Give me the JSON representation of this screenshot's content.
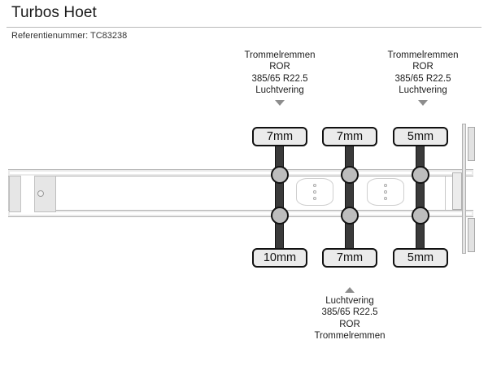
{
  "header": {
    "title": "Turbos Hoet",
    "reference_label": "Referentienummer:",
    "reference_value": "TC83238",
    "reference_line": "Referentienummer: TC83238"
  },
  "diagram": {
    "type": "trailer-axle-tyre-diagram",
    "vehicle": "semi-trailer",
    "axle_count": 3,
    "top_annotations": [
      {
        "id": "top-annotation-left",
        "lines": [
          "Trommelremmen",
          "ROR",
          "385/65 R22.5",
          "Luchtvering"
        ],
        "marker": "caret-down-icon"
      },
      {
        "id": "top-annotation-right",
        "lines": [
          "Trommelremmen",
          "ROR",
          "385/65 R22.5",
          "Luchtvering"
        ],
        "marker": "caret-down-icon"
      }
    ],
    "bottom_annotation": {
      "id": "bottom-annotation",
      "marker": "caret-up-icon",
      "lines": [
        "Luchtvering",
        "385/65 R22.5",
        "ROR",
        "Trommelremmen"
      ]
    },
    "top_tyre_depths": [
      {
        "axle": 1,
        "value": "7mm"
      },
      {
        "axle": 2,
        "value": "7mm"
      },
      {
        "axle": 3,
        "value": "5mm"
      }
    ],
    "bottom_tyre_depths": [
      {
        "axle": 1,
        "value": "10mm"
      },
      {
        "axle": 2,
        "value": "7mm"
      },
      {
        "axle": 3,
        "value": "5mm"
      }
    ]
  },
  "colors": {
    "background": "#ffffff",
    "text": "#1c1c1c",
    "divider": "#b9b9b9",
    "box_border": "#111111",
    "box_fill": "#ebebeb",
    "axle": "#3a3a3a",
    "hub_fill": "#bdbdbd",
    "chassis_fill": "#ebebeb",
    "chassis_stroke": "#b4b4b4",
    "marker": "#8d8d8d"
  }
}
